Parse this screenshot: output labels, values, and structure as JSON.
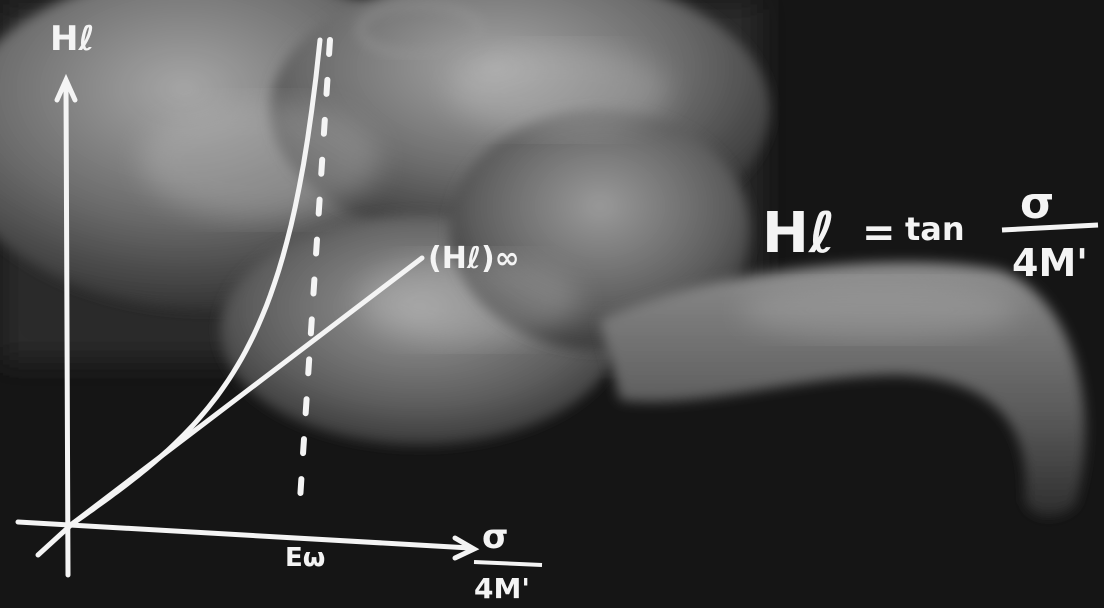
{
  "chart_data": {
    "type": "line",
    "ylabel": "Hℓ",
    "xlabel_numerator": "σ",
    "xlabel_denominator": "4M'",
    "x_tick_label": "Eω",
    "curves": [
      {
        "name": "",
        "label": "",
        "shape": "convex-increasing",
        "note": "steep curve approaching vertical asymptote"
      },
      {
        "name": "(Hℓ)∞",
        "label": "(Hℓ)∞",
        "shape": "linear"
      }
    ],
    "asymptote_label": "Eω",
    "equation": {
      "lhs": "Hℓ",
      "eq": "=",
      "func": "tan",
      "numerator": "σ",
      "denominator": "4M'"
    },
    "grid": false,
    "legend": "none"
  },
  "colors": {
    "chalk": "#f4f4f4",
    "background": "#141414",
    "embryo_light": "#8a8a8a",
    "embryo_dark": "#3c3c3c"
  }
}
